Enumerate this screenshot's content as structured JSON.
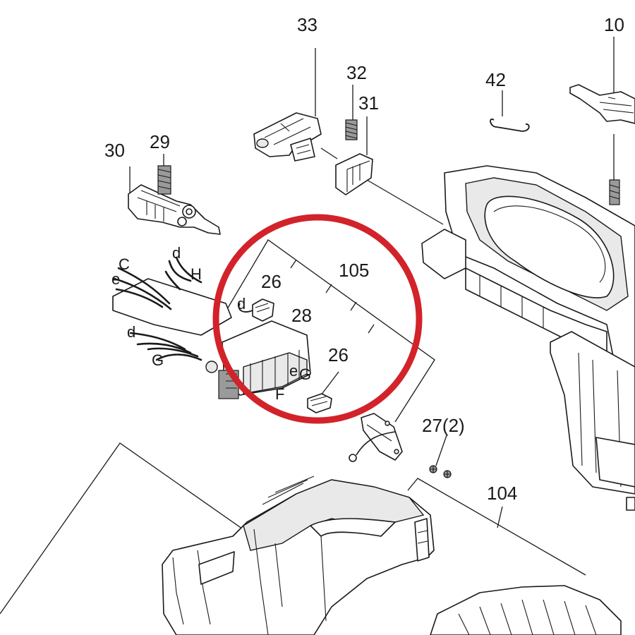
{
  "diagram": {
    "labels": {
      "p33": "33",
      "p10": "10",
      "p32": "32",
      "p42": "42",
      "p31": "31",
      "p30": "30",
      "p29": "29",
      "p105": "105",
      "p26a": "26",
      "p28": "28",
      "p26b": "26",
      "p27": "27(2)",
      "p104": "104"
    },
    "wire_labels": {
      "c": "C",
      "e": "e",
      "d_top": "d",
      "h": "H",
      "d_mid": "d",
      "d_low": "d",
      "g_left": "G",
      "e_low": "e",
      "g_right": "G",
      "f": "F"
    },
    "highlight_color": "#d2232a"
  }
}
